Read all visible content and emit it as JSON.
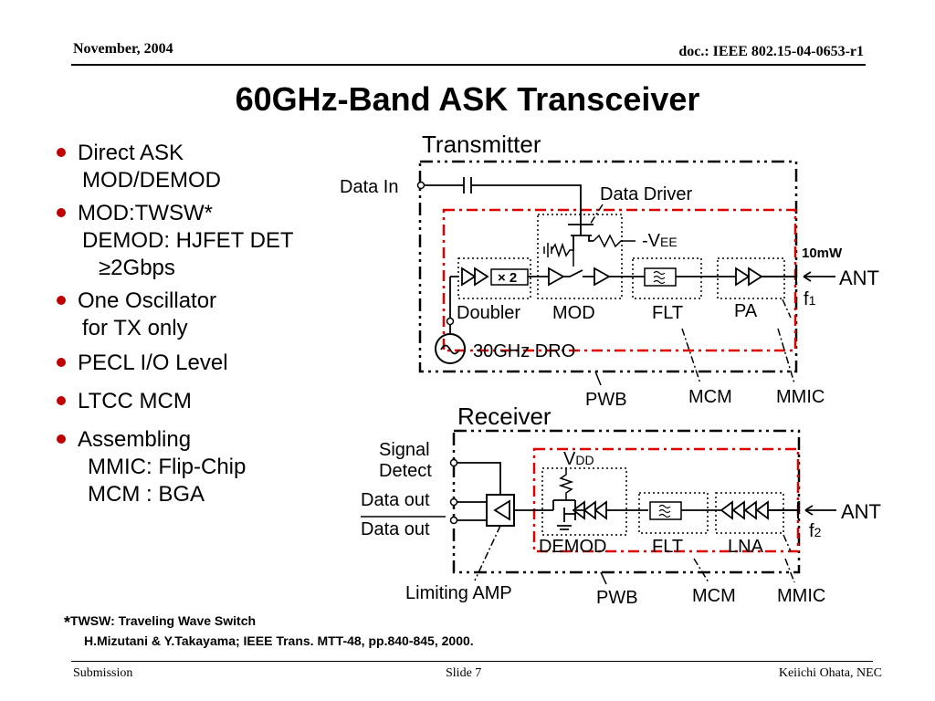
{
  "header": {
    "date": "November, 2004",
    "doc": "doc.: IEEE 802.15-04-0653-r1"
  },
  "title": "60GHz-Band ASK Transceiver",
  "bullets": [
    {
      "lines": [
        "Direct ASK",
        "MOD/DEMOD"
      ]
    },
    {
      "lines": [
        "MOD:TWSW*",
        "DEMOD: HJFET DET",
        "≥2Gbps"
      ]
    },
    {
      "lines": [
        "One Oscillator",
        "for TX only"
      ]
    },
    {
      "lines": [
        "PECL I/O Level"
      ]
    },
    {
      "lines": [
        "LTCC MCM"
      ]
    },
    {
      "lines": [
        "Assembling",
        "MMIC: Flip-Chip",
        "MCM : BGA"
      ]
    }
  ],
  "diagram": {
    "tx": {
      "title": "Transmitter",
      "data_in": "Data In",
      "data_driver": "Data Driver",
      "vee": "-V",
      "vee_sub": "EE",
      "power": "10mW",
      "x2": "× 2",
      "ant": "ANT",
      "freq": "f",
      "freq_sub": "1",
      "doubler": "Doubler",
      "mod": "MOD",
      "flt": "FLT",
      "pa": "PA",
      "dro": "30GHz DRO",
      "pwb": "PWB",
      "mcm": "MCM",
      "mmic": "MMIC"
    },
    "rx": {
      "title": "Receiver",
      "signal": "Signal",
      "detect": "Detect",
      "vdd": "V",
      "vdd_sub": "DD",
      "data_out": "Data out",
      "data_out_bar": "Data out",
      "ant": "ANT",
      "freq": "f",
      "freq_sub": "2",
      "demod": "DEMOD",
      "flt": "FLT",
      "lna": "LNA",
      "limiting_amp": "Limiting AMP",
      "pwb": "PWB",
      "mcm": "MCM",
      "mmic": "MMIC"
    }
  },
  "footnotes": {
    "star": "*",
    "line1": "TWSW: Traveling Wave Switch",
    "line2": "H.Mizutani & Y.Takayama; IEEE Trans. MTT-48, pp.840-845, 2000."
  },
  "footer": {
    "left": "Submission",
    "center": "Slide 7",
    "right": "Keiichi Ohata, NEC"
  },
  "colors": {
    "bullet": "#c00000",
    "mcm_border": "#e00000",
    "ink": "#000000"
  }
}
